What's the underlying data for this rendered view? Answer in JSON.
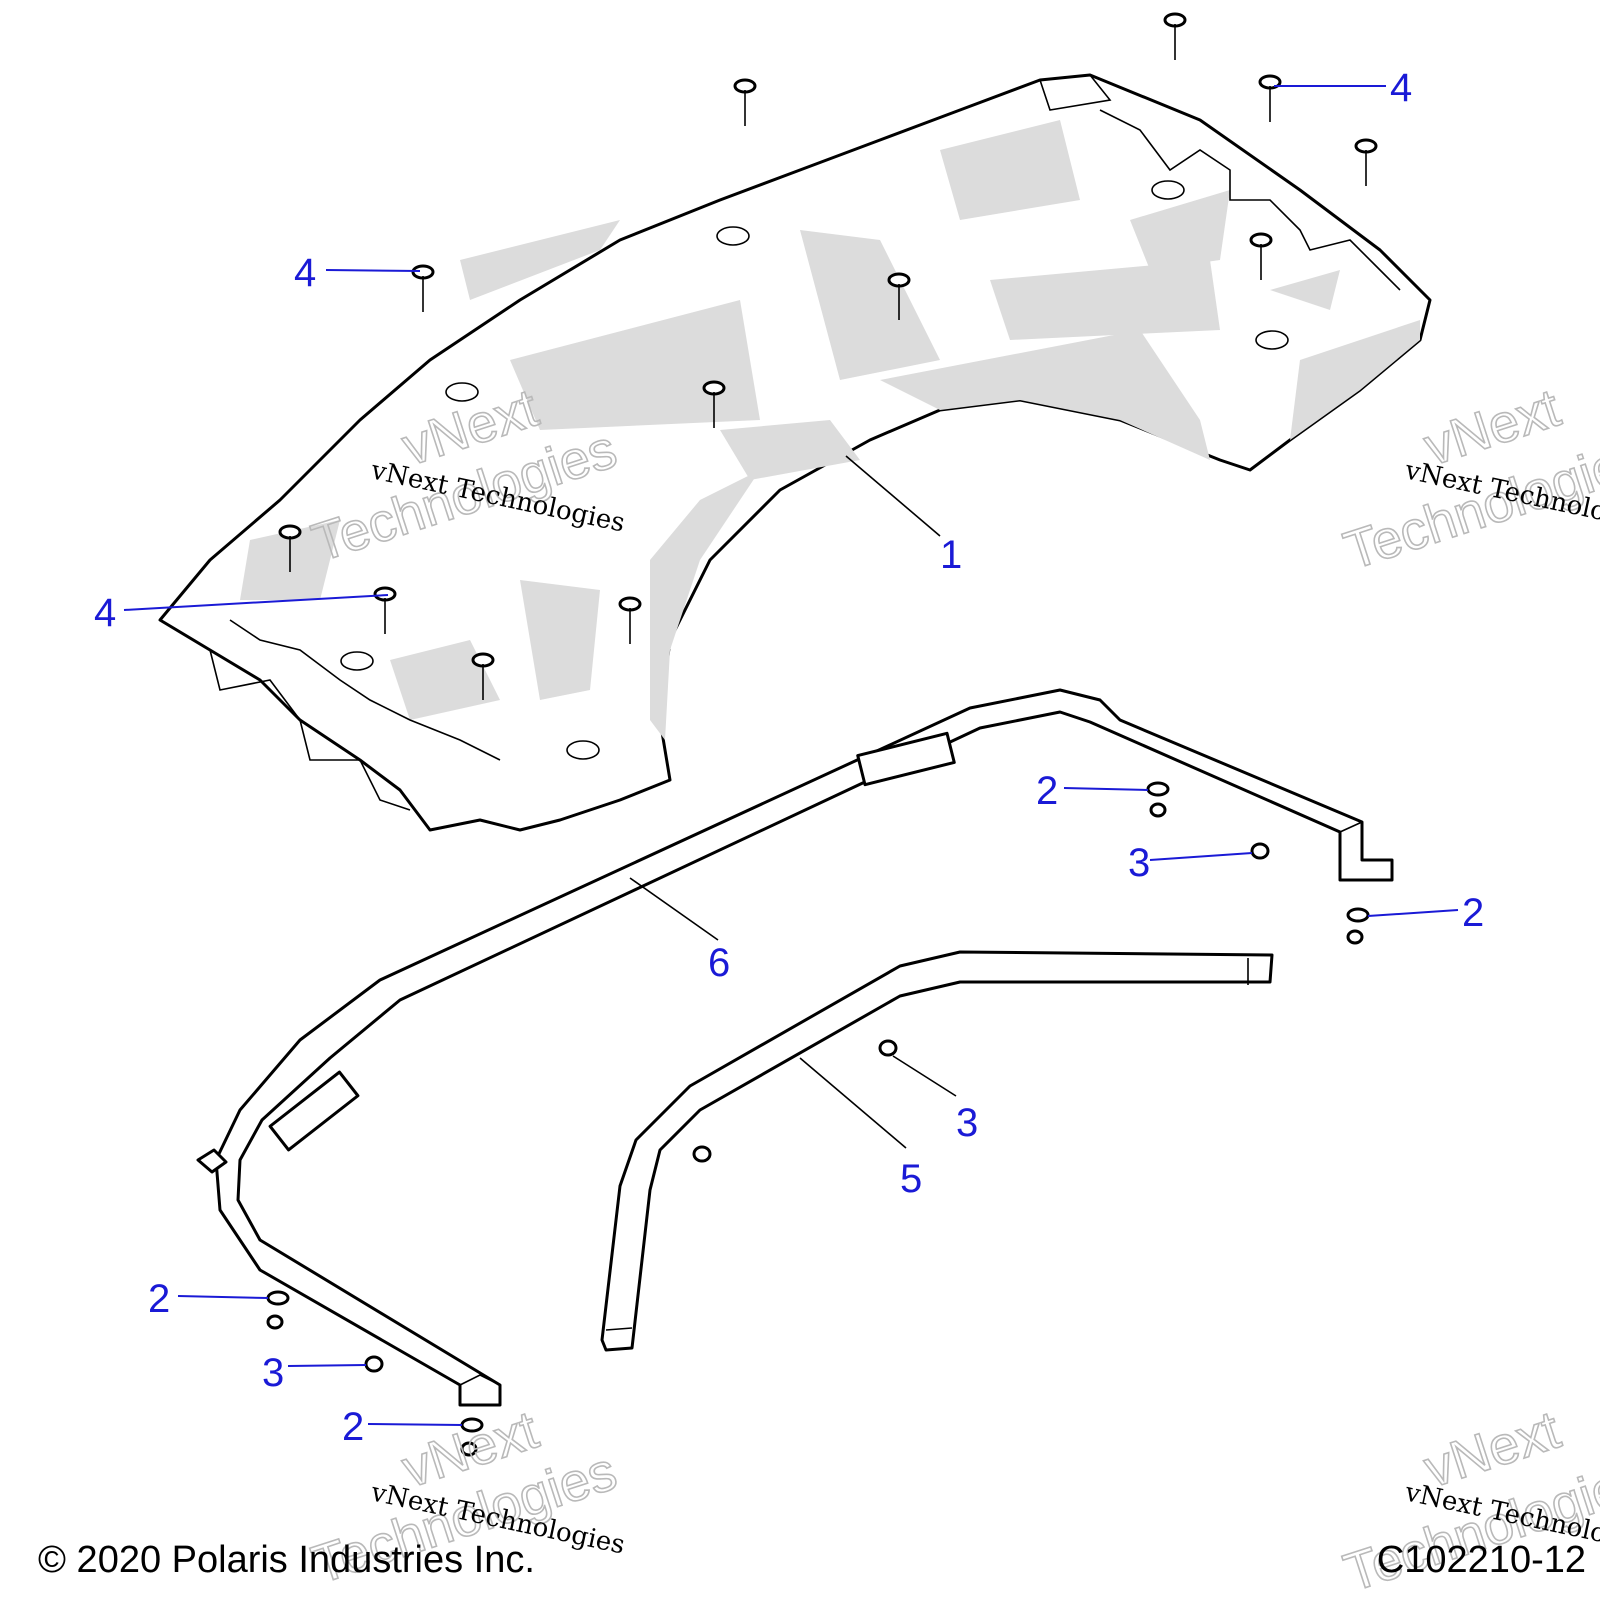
{
  "diagram": {
    "callouts": [
      {
        "id": "1",
        "label": "1"
      },
      {
        "id": "2a",
        "label": "2"
      },
      {
        "id": "2b",
        "label": "2"
      },
      {
        "id": "2c",
        "label": "2"
      },
      {
        "id": "2d",
        "label": "2"
      },
      {
        "id": "3a",
        "label": "3"
      },
      {
        "id": "3b",
        "label": "3"
      },
      {
        "id": "3c",
        "label": "3"
      },
      {
        "id": "4a",
        "label": "4"
      },
      {
        "id": "4b",
        "label": "4"
      },
      {
        "id": "4c",
        "label": "4"
      },
      {
        "id": "5",
        "label": "5"
      },
      {
        "id": "6",
        "label": "6"
      }
    ],
    "watermark": {
      "serif_text": "vNext Technologies",
      "outline_line1": "vNext",
      "outline_line2": "Technologies"
    },
    "footer": {
      "copyright": "© 2020 Polaris Industries Inc.",
      "figure_id": "C102210-12"
    },
    "colors": {
      "callout": "#1a1ad6",
      "line_art": "#000000",
      "shading": "#dcdcdc"
    }
  }
}
